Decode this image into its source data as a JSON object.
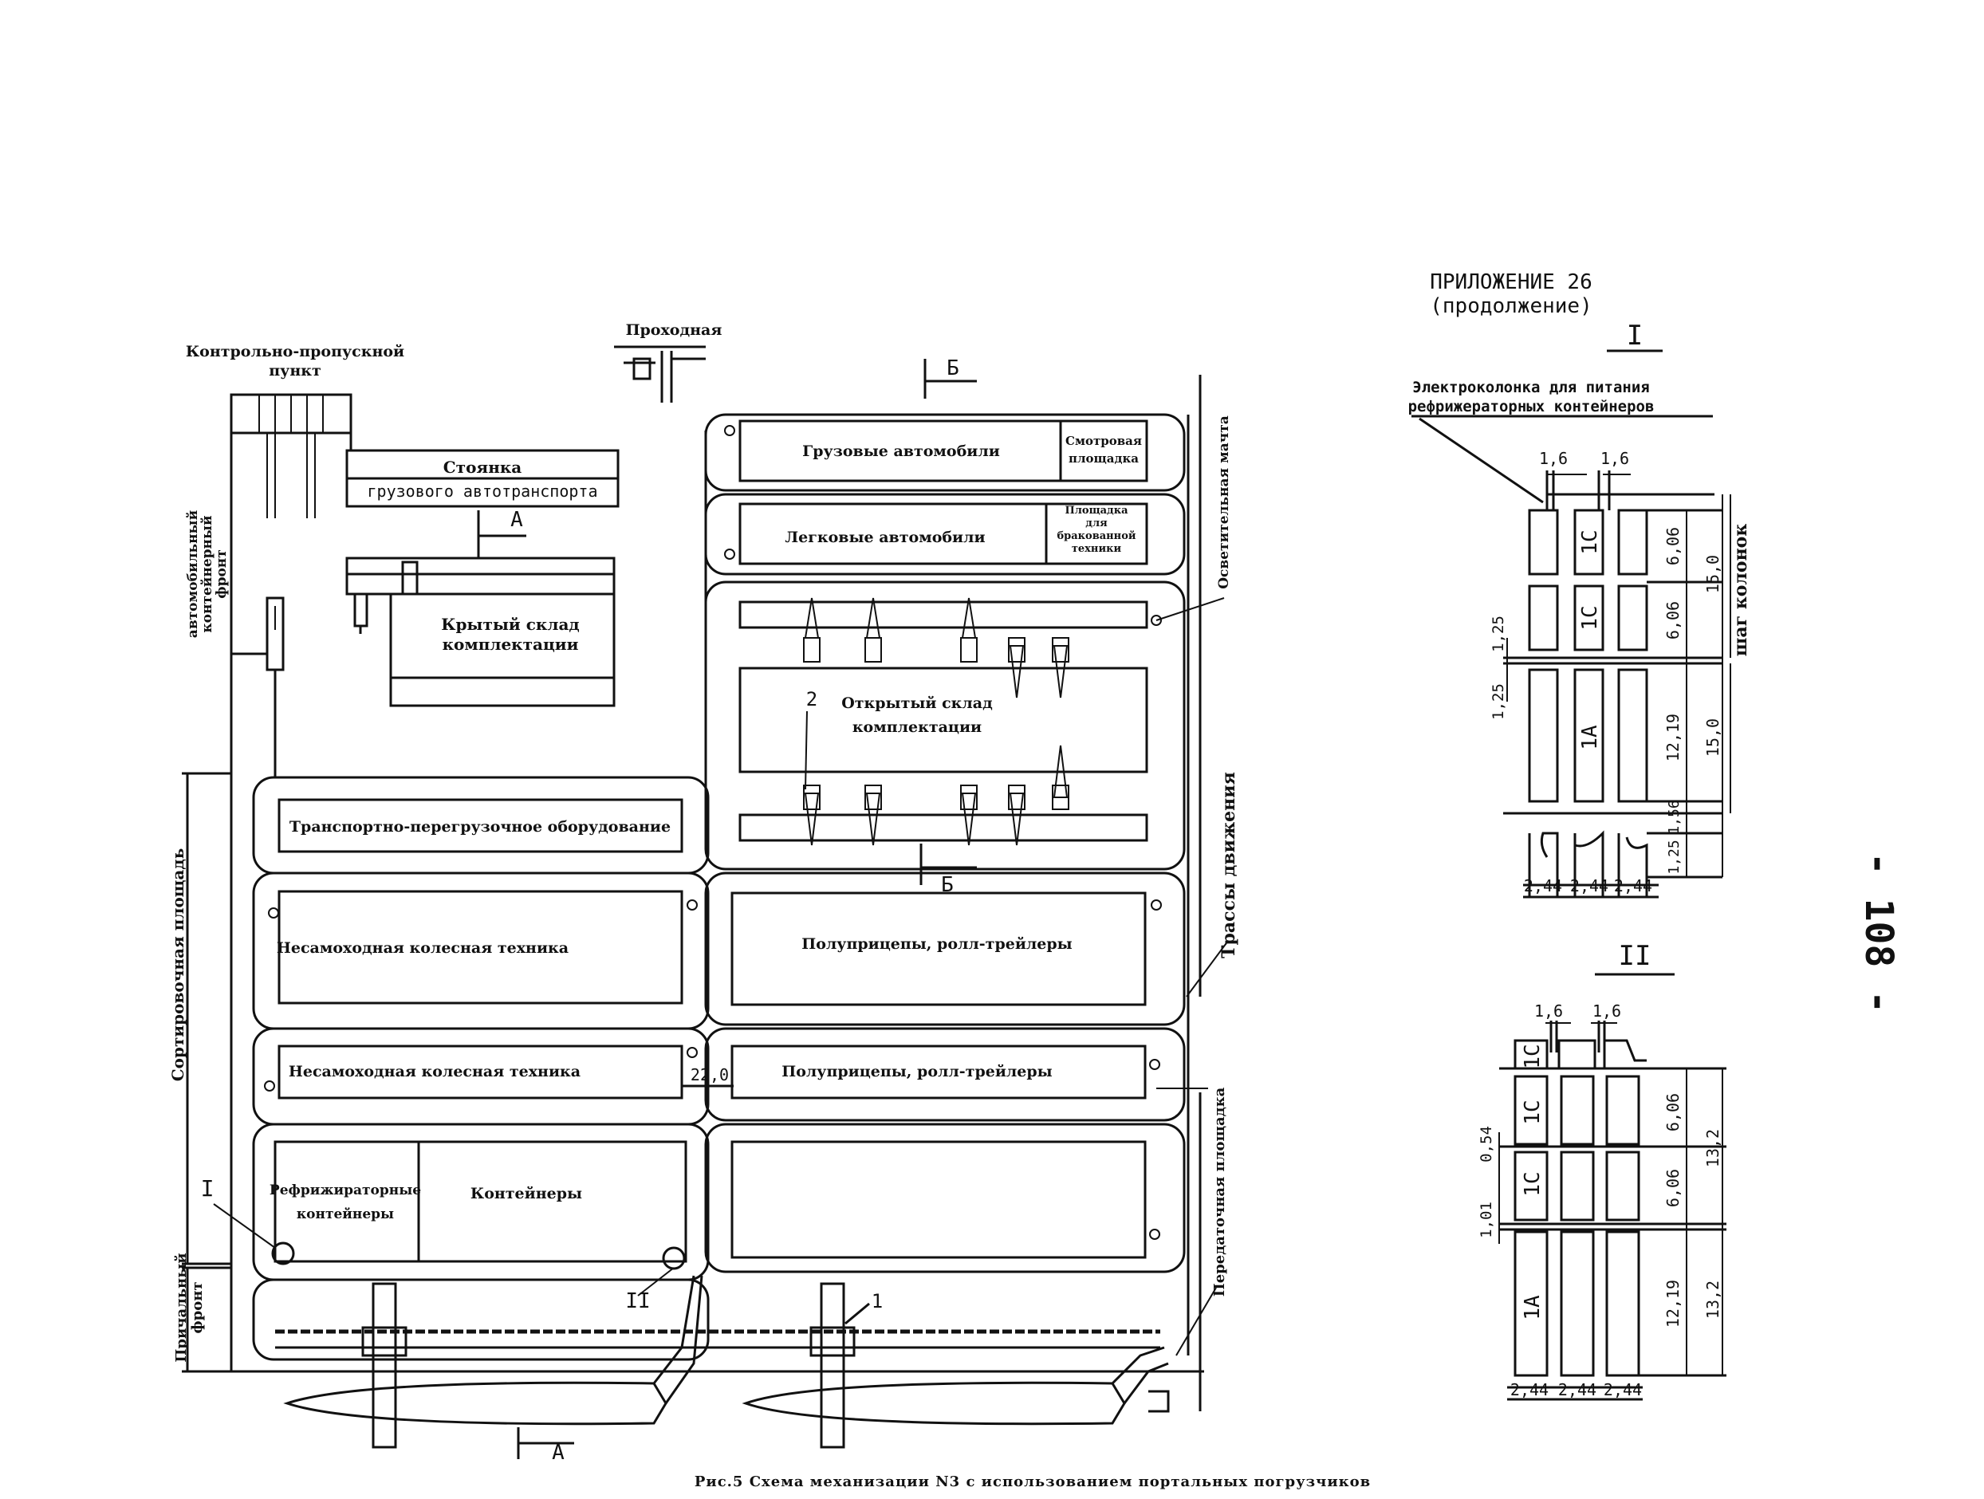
{
  "appendix": {
    "title": "ПРИЛОЖЕНИЕ 26",
    "subtitle": "(продолжение)"
  },
  "page_number": "- 108 -",
  "caption": "Рис.5 Схема механизации N3 с использованием портальных погрузчиков",
  "labels": {
    "checkpoint": [
      "Контрольно-пропускной",
      "пункт"
    ],
    "gatehouse": "Проходная",
    "parking": [
      "Стоянка",
      "грузового автотранспорта"
    ],
    "covered_warehouse": [
      "Крытый склад",
      "комплектации"
    ],
    "open_warehouse": [
      "Открытый склад",
      "комплектации"
    ],
    "trucks": "Грузовые автомобили",
    "inspection_area": [
      "Смотровая",
      "площадка"
    ],
    "cars": "Легковые автомобили",
    "reject_area": [
      "Площадка",
      "для",
      "бракованной",
      "техники"
    ],
    "lighting_mast": "Осветительная мачта",
    "traffic_routes": "Трассы движения",
    "transfer_area": "Передаточная площадка",
    "sorting_area": "Сортировочная площадь",
    "berth_front": [
      "Причальный",
      "фронт"
    ],
    "auto_front": [
      "автомобильный",
      "контейнерный",
      "фронт"
    ],
    "transfer_equipment": "Транспортно-перегрузочное оборудование",
    "nonself_1": "Несамоходная колесная техника",
    "nonself_2": "Несамоходная колесная техника",
    "semitrailers_1": "Полуприцепы, ролл-трейлеры",
    "semitrailers_2": "Полуприцепы, ролл-трейлеры",
    "reefer": [
      "Рефрижираторные",
      "контейнеры"
    ],
    "containers": "Контейнеры",
    "gap": "22,0"
  },
  "markers": {
    "A": "А",
    "B": "Б",
    "I": "I",
    "II": "II",
    "n1": "1",
    "n2": "2"
  },
  "detail_I": {
    "title": "I",
    "power_label": [
      "Электроколонка для питания",
      "рефрижераторных контейнеров"
    ],
    "top_dims": [
      "1,6",
      "1,6"
    ],
    "containers": [
      "1С",
      "1С",
      "1А"
    ],
    "right_dims": [
      "6,06",
      "6,06",
      "12,19",
      "1,56",
      "1,25"
    ],
    "outer_dims": [
      "15,0",
      "15,0"
    ],
    "step_label": "шаг колонок",
    "left_dims": [
      "1,25",
      "1,25"
    ],
    "bottom_dims": [
      "2,44",
      "2,44",
      "2,44"
    ]
  },
  "detail_II": {
    "title": "II",
    "top_dims": [
      "1,6",
      "1,6"
    ],
    "containers": [
      "1С",
      "1С",
      "1С",
      "1А"
    ],
    "right_dims": [
      "6,06",
      "6,06",
      "12,19"
    ],
    "outer_dims": [
      "13,2",
      "13,2"
    ],
    "left_dims": [
      "0,54",
      "1,01"
    ],
    "bottom_dims": [
      "2,44",
      "2,44",
      "2,44"
    ]
  }
}
